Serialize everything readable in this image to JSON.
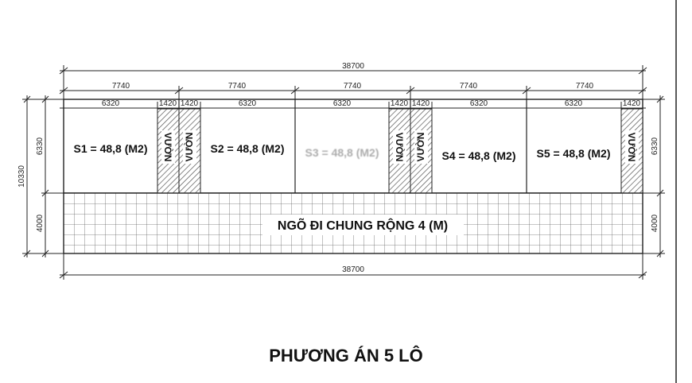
{
  "plan": {
    "title": "PHƯƠNG ÁN  5 LÔ",
    "lane_label": "NGÕ ĐI CHUNG RỘNG 4 (M)",
    "total_width": "38700",
    "bottom_width": "38700",
    "lot_width": "7740",
    "house_width": "6320",
    "garden_width": "1420",
    "left_total_height": "10330",
    "lot_depth": "6330",
    "lane_depth": "4000",
    "garden_label": "VƯỜN",
    "lots": [
      {
        "label": "S1 = 48,8 (M2)"
      },
      {
        "label": "S2 = 48,8 (M2)"
      },
      {
        "label": "S3 = 48,8 (M2)"
      },
      {
        "label": "S4 = 48,8 (M2)"
      },
      {
        "label": "S5 = 48,8 (M2)"
      }
    ]
  }
}
